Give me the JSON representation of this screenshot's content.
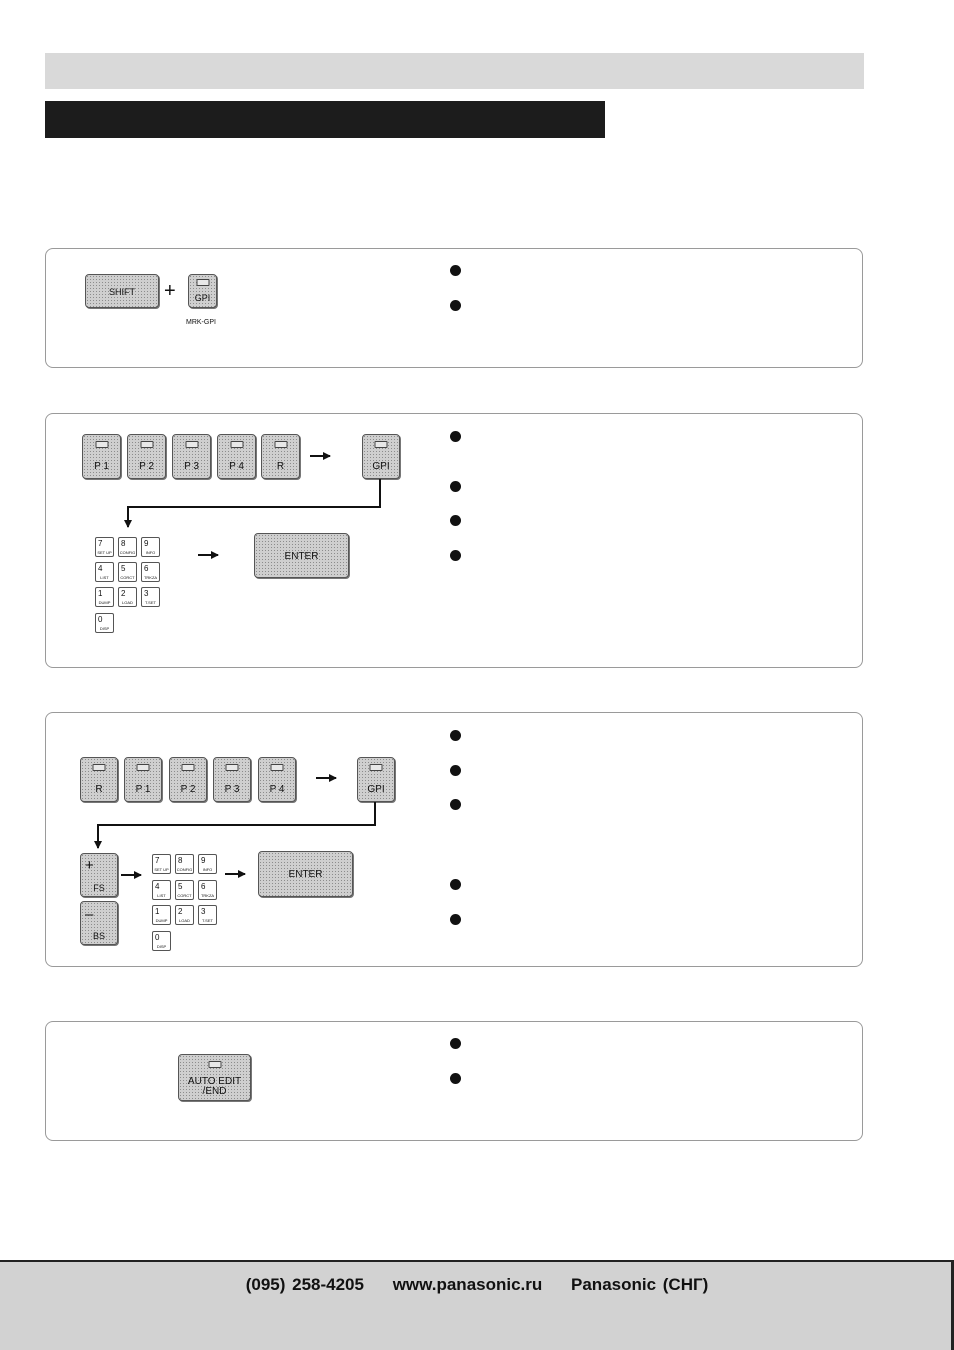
{
  "footer": {
    "phone": "(095) 258-4205",
    "website": "www.panasonic.ru",
    "brand": "Panasonic (СНГ)"
  },
  "section1": {
    "shift_key": "SHIFT",
    "gpi_key": "GPI",
    "caption": "MRK-GPI"
  },
  "section2": {
    "keys": [
      "P 1",
      "P 2",
      "P 3",
      "P 4",
      "R"
    ],
    "gpi_key": "GPI",
    "enter_key": "ENTER"
  },
  "section3": {
    "keys": [
      "R",
      "P 1",
      "P 2",
      "P 3",
      "P 4"
    ],
    "gpi_key": "GPI",
    "plus_key_sign": "+",
    "plus_key_label": "FS",
    "minus_key_sign": "–",
    "minus_key_label": "BS",
    "enter_key": "ENTER"
  },
  "section4": {
    "auto_edit_line1": "AUTO EDIT",
    "auto_edit_line2": "/END"
  },
  "keypad": {
    "keys": [
      {
        "num": "7",
        "sub": "SET UP"
      },
      {
        "num": "8",
        "sub": "CONFIG"
      },
      {
        "num": "9",
        "sub": "INFO"
      },
      {
        "num": "4",
        "sub": "LIST"
      },
      {
        "num": "5",
        "sub": "CORCT"
      },
      {
        "num": "6",
        "sub": "TRKZA"
      },
      {
        "num": "1",
        "sub": "DUMP"
      },
      {
        "num": "2",
        "sub": "LOAD"
      },
      {
        "num": "3",
        "sub": "T.SET"
      },
      {
        "num": "0",
        "sub": "DISP"
      }
    ]
  },
  "plus_sign": "+"
}
